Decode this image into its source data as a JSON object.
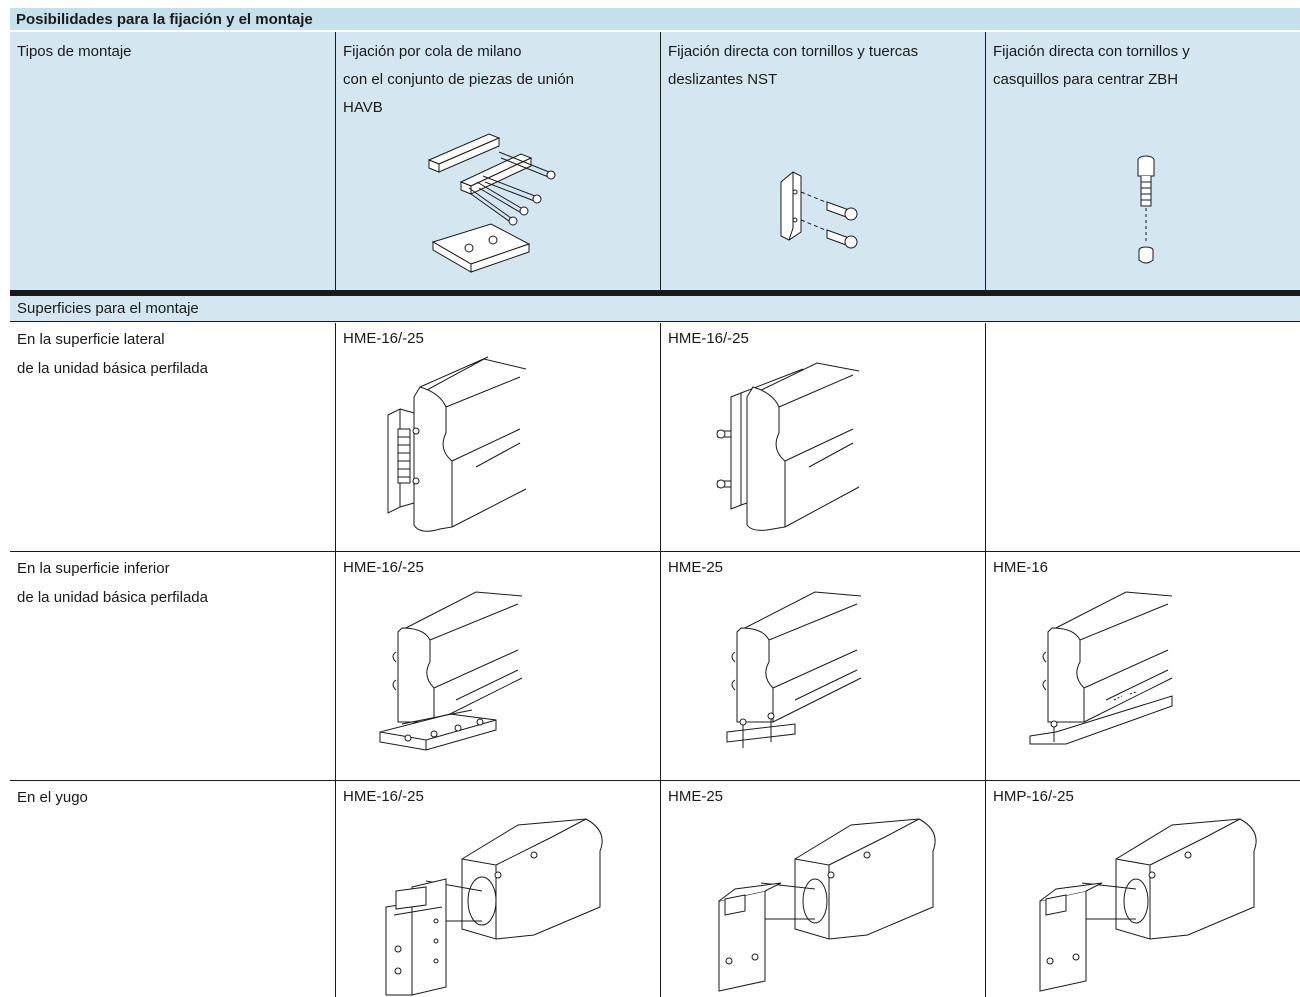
{
  "title": "Posibilidades para la fijación y el montaje",
  "header": {
    "label": "Tipos de montaje",
    "columns": [
      {
        "lines": [
          "Fijación por cola de milano",
          "con el conjunto de piezas de unión",
          "HAVB"
        ],
        "icon": "dovetail-mounting-kit-drawing"
      },
      {
        "lines": [
          "Fijación directa con tornillos y tuercas",
          "deslizantes NST"
        ],
        "icon": "slot-nut-screws-drawing"
      },
      {
        "lines": [
          "Fijación directa con tornillos y",
          "casquillos para centrar ZBH"
        ],
        "icon": "screw-centring-sleeve-drawing"
      }
    ]
  },
  "section_label": "Superficies para el montaje",
  "rows": [
    {
      "label_lines": [
        "En la superficie lateral",
        "de la unidad básica perfilada"
      ],
      "cells": [
        "HME-16/-25",
        "HME-16/-25",
        ""
      ]
    },
    {
      "label_lines": [
        "En la superficie inferior",
        "de la unidad básica perfilada"
      ],
      "cells": [
        "HME-16/-25",
        "HME-25",
        "HME-16"
      ]
    },
    {
      "label_lines": [
        "En el yugo"
      ],
      "cells": [
        "HME-16/-25",
        "HME-25",
        "HMP-16/-25"
      ]
    }
  ],
  "colors": {
    "header_bg": "#d4e7f1",
    "title_bg": "#c6e0ec",
    "line": "#1a1a1a"
  }
}
